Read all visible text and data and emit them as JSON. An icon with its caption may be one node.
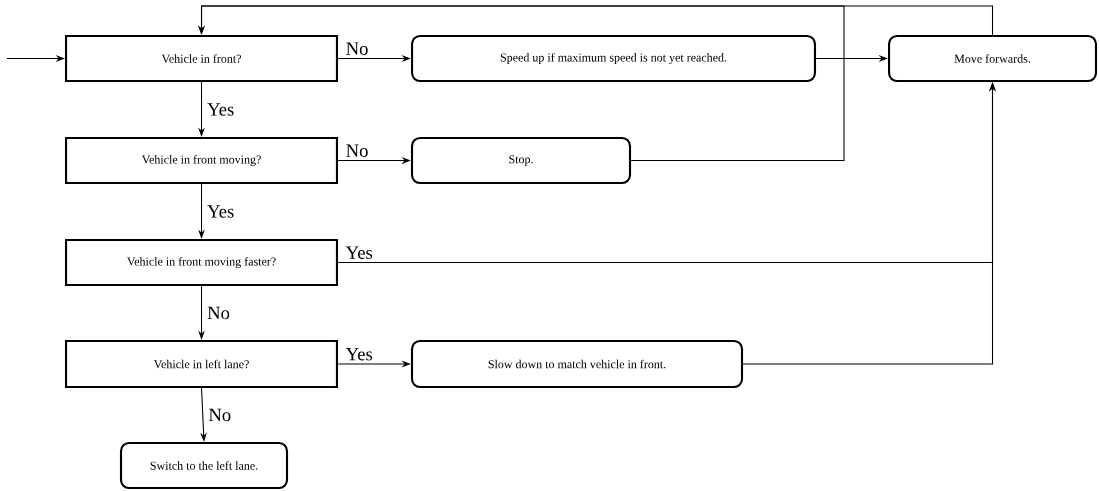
{
  "diagram": {
    "nodes": [
      {
        "text": [
          "Vehicle in front?"
        ]
      },
      {
        "text": [
          "Speed up if maximum speed is not yet reached."
        ]
      },
      {
        "text": [
          "Move forwards."
        ]
      },
      {
        "text": [
          "Vehicle in front moving?"
        ]
      },
      {
        "text": [
          "Stop."
        ]
      },
      {
        "text": [
          "Vehicle in front moving faster?"
        ]
      },
      {
        "text": [
          "Vehicle in left lane?"
        ]
      },
      {
        "text": [
          "Slow down to match vehicle in front."
        ]
      },
      {
        "text": [
          "Switch to the left lane."
        ]
      }
    ],
    "edges": [
      {
        "from": null,
        "to": 0,
        "arrow": "to"
      },
      {
        "from": 0,
        "to": 1,
        "arrow": "to",
        "label": "No"
      },
      {
        "from": 1,
        "to": 2,
        "arrow": "to"
      },
      {
        "from": 0,
        "to": 3,
        "arrow": "to",
        "label": "Yes"
      },
      {
        "from": 3,
        "to": 4,
        "arrow": "to",
        "label": "No"
      },
      {
        "from": 4,
        "to": 0,
        "arrow": "to"
      },
      {
        "from": 2,
        "to": 0,
        "arrow": "to"
      },
      {
        "from": 3,
        "to": 5,
        "arrow": "to",
        "label": "Yes"
      },
      {
        "from": 5,
        "to": 2,
        "arrow": "to",
        "label": "Yes"
      },
      {
        "from": 5,
        "to": 6,
        "arrow": "to",
        "label": "No"
      },
      {
        "from": 6,
        "to": 7,
        "arrow": "to",
        "label": "Yes"
      },
      {
        "from": 7,
        "to": 2,
        "arrow": "to"
      },
      {
        "from": 6,
        "to": 8,
        "arrow": "to",
        "label": "No"
      }
    ]
  }
}
